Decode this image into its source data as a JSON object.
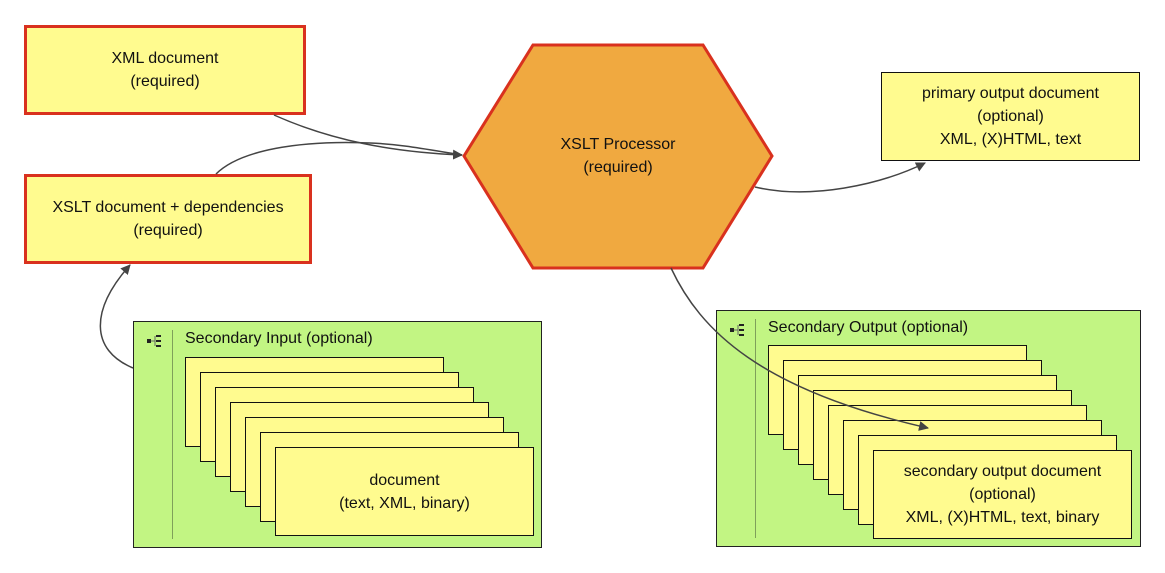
{
  "nodes": {
    "xml_document": {
      "title": "XML document",
      "note": "(required)"
    },
    "xslt_document": {
      "title": "XSLT document + dependencies",
      "note": "(required)"
    },
    "processor": {
      "title": "XSLT Processor",
      "note": "(required)"
    },
    "primary_output": {
      "title": "primary output document",
      "note": "(optional)",
      "formats": "XML, (X)HTML, text"
    }
  },
  "groups": {
    "secondary_input": {
      "title": "Secondary Input (optional)",
      "icon": "collection-icon",
      "document_title": "document",
      "document_formats": "(text, XML, binary)"
    },
    "secondary_output": {
      "title": "Secondary Output (optional)",
      "icon": "collection-icon",
      "document_title": "secondary output document",
      "document_note": "(optional)",
      "document_formats": "XML, (X)HTML, text, binary"
    }
  },
  "edges": [
    {
      "from": "xml_document",
      "to": "processor"
    },
    {
      "from": "xslt_document",
      "to": "processor"
    },
    {
      "from": "secondary_input",
      "to": "xslt_document"
    },
    {
      "from": "processor",
      "to": "primary_output"
    },
    {
      "from": "processor",
      "to": "secondary_output"
    }
  ],
  "colors": {
    "required_fill": "#fffb8f",
    "required_border": "#d9311e",
    "processor_fill": "#f0a940",
    "group_fill": "#c2f583",
    "edge": "#444444"
  }
}
